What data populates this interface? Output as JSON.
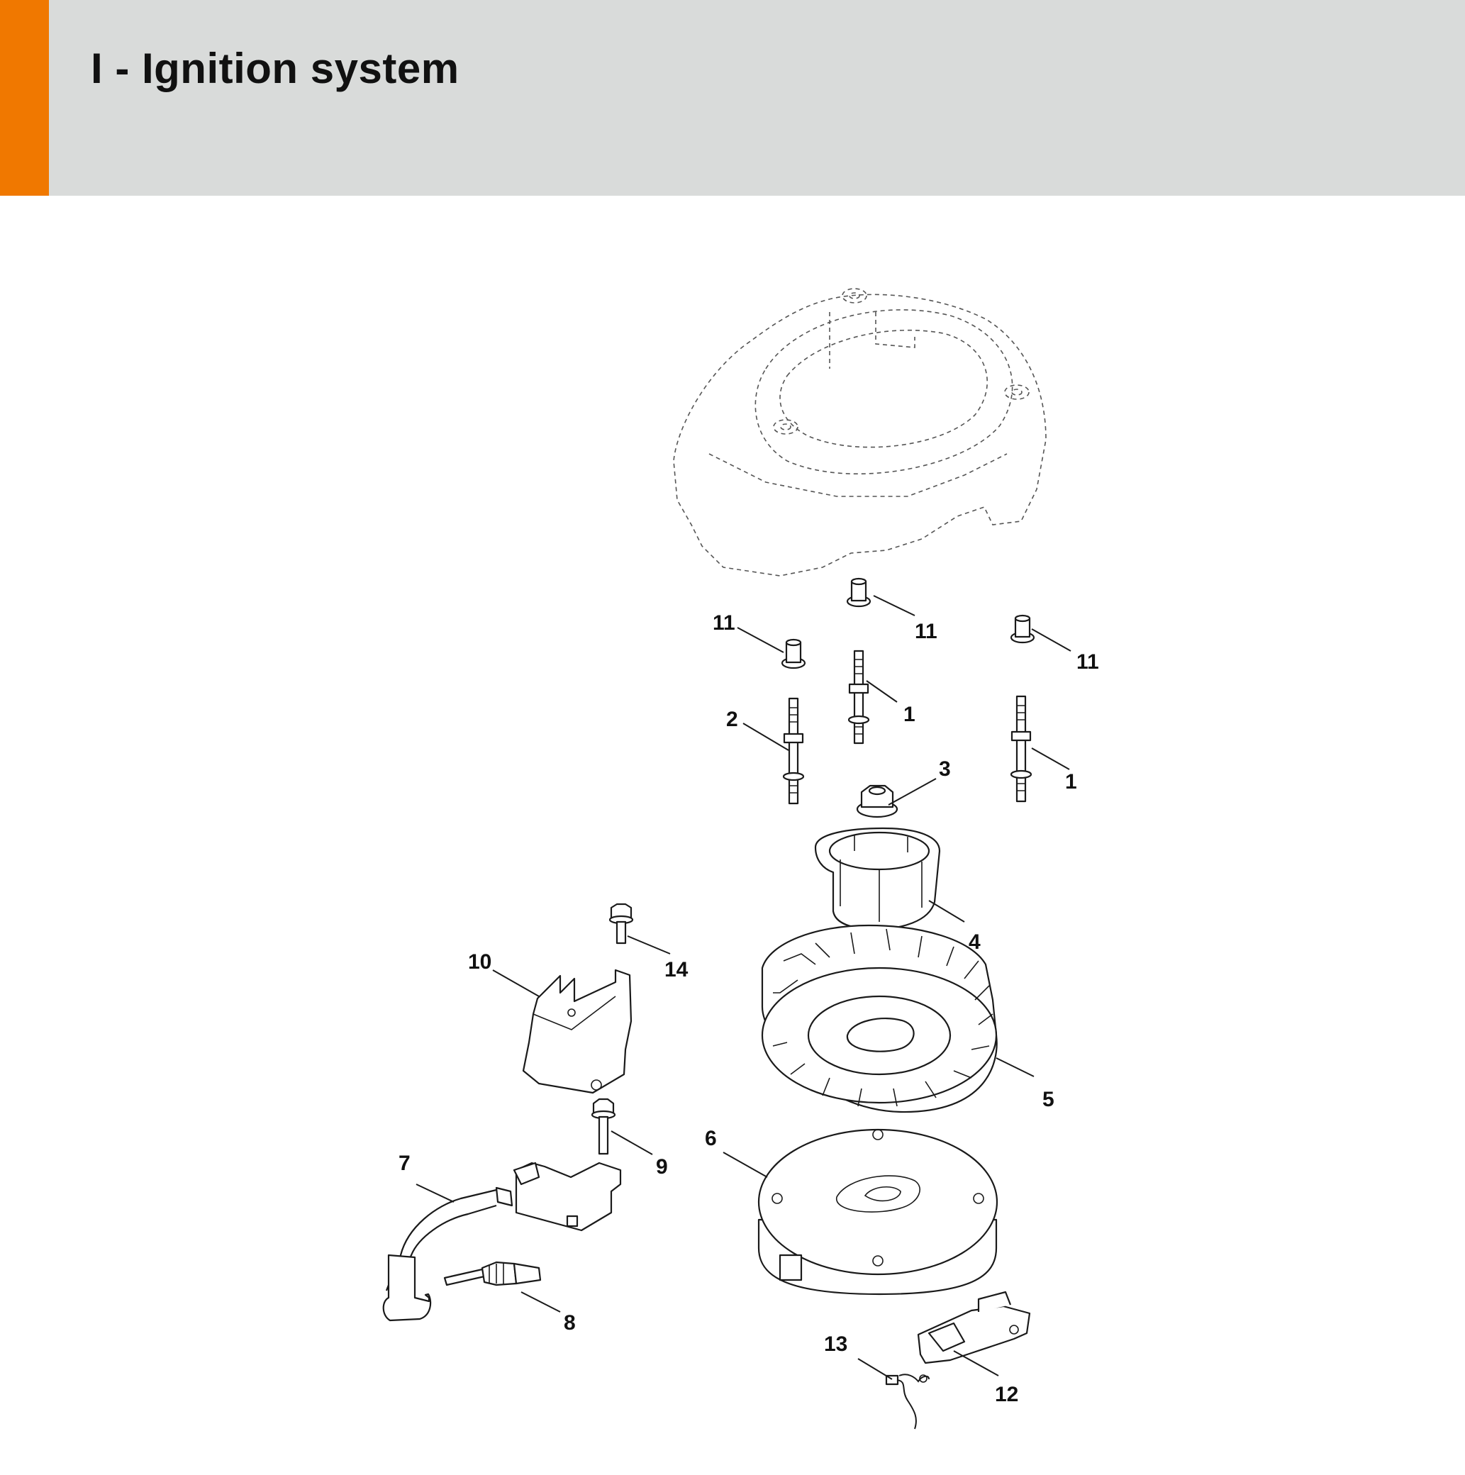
{
  "header": {
    "title": "I - Ignition system",
    "accent_color": "#f07800",
    "background_color": "#d9dbda"
  },
  "callouts": {
    "c1a": "1",
    "c1b": "1",
    "c2": "2",
    "c3": "3",
    "c4": "4",
    "c5": "5",
    "c6": "6",
    "c7": "7",
    "c8": "8",
    "c9": "9",
    "c10": "10",
    "c11a": "11",
    "c11b": "11",
    "c11c": "11",
    "c12": "12",
    "c13": "13",
    "c14": "14"
  }
}
